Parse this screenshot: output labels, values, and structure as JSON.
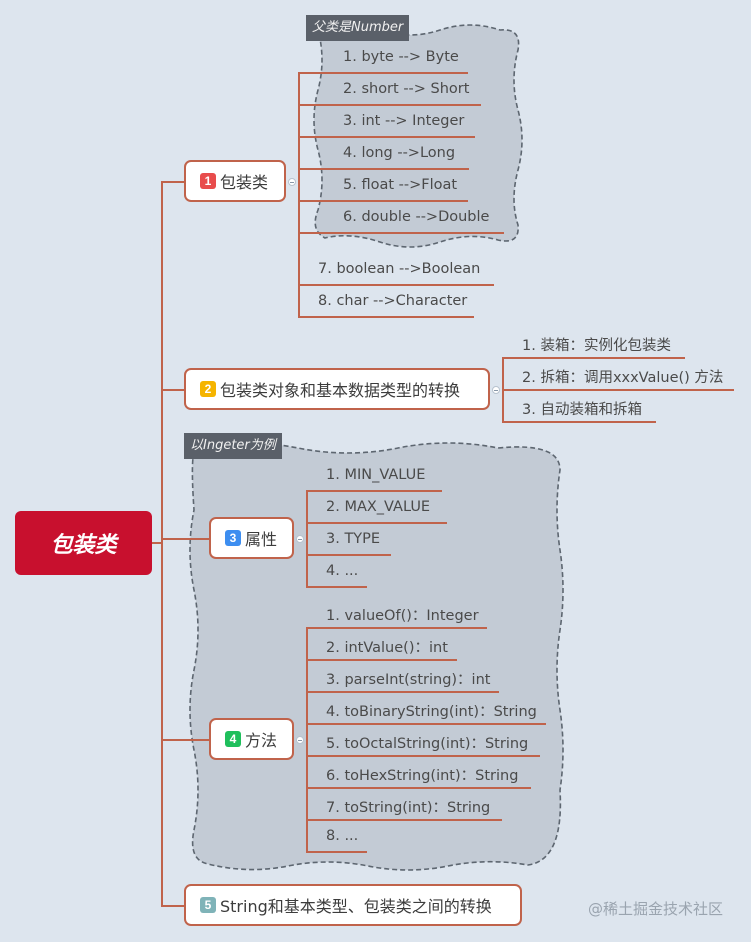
{
  "central": {
    "label": "包装类",
    "color": "#c8102e"
  },
  "topics": [
    {
      "badge": "1",
      "badge_color": "#e84c4c",
      "label": "包装类",
      "boundary_label": "父类是Number",
      "children": [
        "1. byte --> Byte",
        "2. short --> Short",
        "3. int --> Integer",
        "4. long -->Long",
        "5. float -->Float",
        "6. double -->Double",
        "7. boolean -->Boolean",
        "8. char -->Character"
      ]
    },
    {
      "badge": "2",
      "badge_color": "#f5b400",
      "label": "包装类对象和基本数据类型的转换",
      "children": [
        "1. 装箱：实例化包装类",
        "2. 拆箱：调用xxxValue() 方法",
        "3. 自动装箱和拆箱"
      ]
    },
    {
      "badge": "3",
      "badge_color": "#3d8ef0",
      "label": "属性",
      "boundary_label": "以Ingeter为例",
      "children": [
        "1. MIN_VALUE",
        "2. MAX_VALUE",
        "3. TYPE",
        "4. ..."
      ]
    },
    {
      "badge": "4",
      "badge_color": "#1fbf5c",
      "label": "方法",
      "children": [
        "1. valueOf()：Integer",
        "2. intValue()：int",
        "3. parseInt(string)：int",
        "4. toBinaryString(int)：String",
        "5. toOctalString(int)：String",
        "6. toHexString(int)：String",
        "7. toString(int)：String",
        "8. ..."
      ]
    },
    {
      "badge": "5",
      "badge_color": "#7fb3b8",
      "label": "String和基本类型、包装类之间的转换",
      "children": []
    }
  ],
  "watermark": "@稀土掘金技术社区",
  "colors": {
    "background": "#dde5ee",
    "connector": "#c0634b",
    "boundary_fill": "#c3cbd5",
    "boundary_label_bg": "#5a6069"
  }
}
